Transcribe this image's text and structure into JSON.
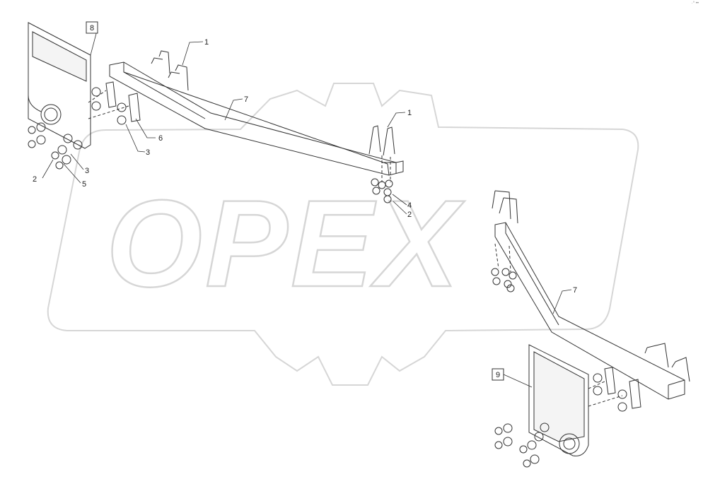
{
  "watermark": {
    "text": "OPEX"
  },
  "callouts": {
    "c1a": "1",
    "c1b": "1",
    "c2a": "2",
    "c2b": "2",
    "c3a": "3",
    "c3b": "3",
    "c4": "4",
    "c5": "5",
    "c6": "6",
    "c7a": "7",
    "c7b": "7",
    "c8": "8",
    "c9": "9"
  },
  "corner_mark": "·° ••"
}
